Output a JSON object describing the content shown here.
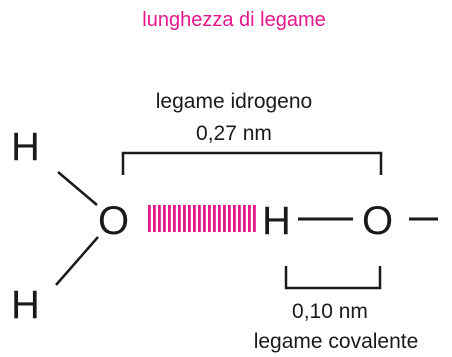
{
  "title": "lunghezza di legame",
  "hydrogen_bond": {
    "name": "legame idrogeno",
    "length": "0,27 nm"
  },
  "covalent_bond": {
    "name": "legame covalente",
    "length": "0,10 nm"
  },
  "atoms": {
    "h_top": "H",
    "h_bottom": "H",
    "o_left": "O",
    "h_middle": "H",
    "o_right": "O"
  },
  "colors": {
    "accent": "#e6178c",
    "ink": "#1a1a1a"
  }
}
